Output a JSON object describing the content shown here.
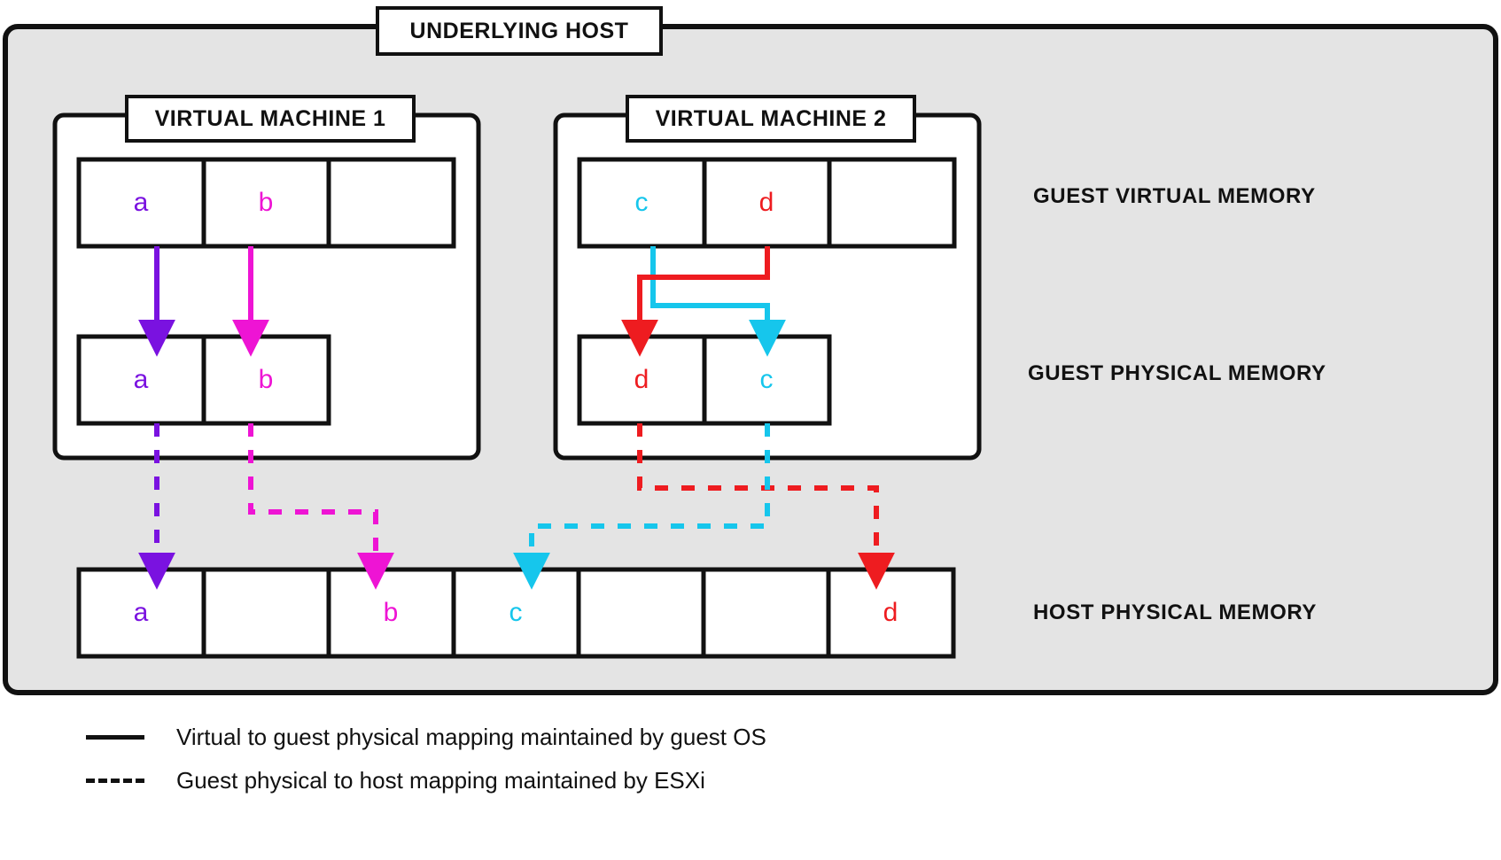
{
  "diagram": {
    "title": "UNDERLYING HOST",
    "type": "memory-virtualization-mapping"
  },
  "colors": {
    "host_background": "#e4e4e4",
    "box_stroke": "#111111",
    "box_fill": "#ffffff",
    "a": "#7a12e0",
    "b": "#ee14d4",
    "c": "#16c6ec",
    "d": "#ee1c20"
  },
  "vms": [
    {
      "title": "VIRTUAL MACHINE 1",
      "guest_virtual_memory": [
        "a",
        "b",
        ""
      ],
      "guest_physical_memory": [
        "a",
        "b"
      ]
    },
    {
      "title": "VIRTUAL MACHINE 2",
      "guest_virtual_memory": [
        "c",
        "d",
        ""
      ],
      "guest_physical_memory": [
        "d",
        "c"
      ]
    }
  ],
  "rows": {
    "guest_virtual_label": "GUEST VIRTUAL MEMORY",
    "guest_physical_label": "GUEST PHYSICAL MEMORY",
    "host_physical_label": "HOST PHYSICAL MEMORY"
  },
  "host_physical_memory": [
    "a",
    "",
    "b",
    "c",
    "",
    "",
    "d"
  ],
  "mappings": {
    "virtual_to_guest_physical": [
      {
        "label": "a",
        "vm": 1,
        "from_index": 0,
        "to_index": 0,
        "style": "solid"
      },
      {
        "label": "b",
        "vm": 1,
        "from_index": 1,
        "to_index": 1,
        "style": "solid"
      },
      {
        "label": "c",
        "vm": 2,
        "from_index": 0,
        "to_index": 1,
        "style": "solid"
      },
      {
        "label": "d",
        "vm": 2,
        "from_index": 1,
        "to_index": 0,
        "style": "solid"
      }
    ],
    "guest_physical_to_host": [
      {
        "label": "a",
        "vm": 1,
        "from_index": 0,
        "to_index": 0,
        "style": "dashed"
      },
      {
        "label": "b",
        "vm": 1,
        "from_index": 1,
        "to_index": 2,
        "style": "dashed"
      },
      {
        "label": "d",
        "vm": 2,
        "from_index": 0,
        "to_index": 6,
        "style": "dashed"
      },
      {
        "label": "c",
        "vm": 2,
        "from_index": 1,
        "to_index": 3,
        "style": "dashed"
      }
    ]
  },
  "legend": [
    {
      "style": "solid",
      "text": "Virtual to guest physical mapping maintained by guest OS"
    },
    {
      "style": "dashed",
      "text": "Guest physical to host mapping maintained by ESXi"
    }
  ]
}
